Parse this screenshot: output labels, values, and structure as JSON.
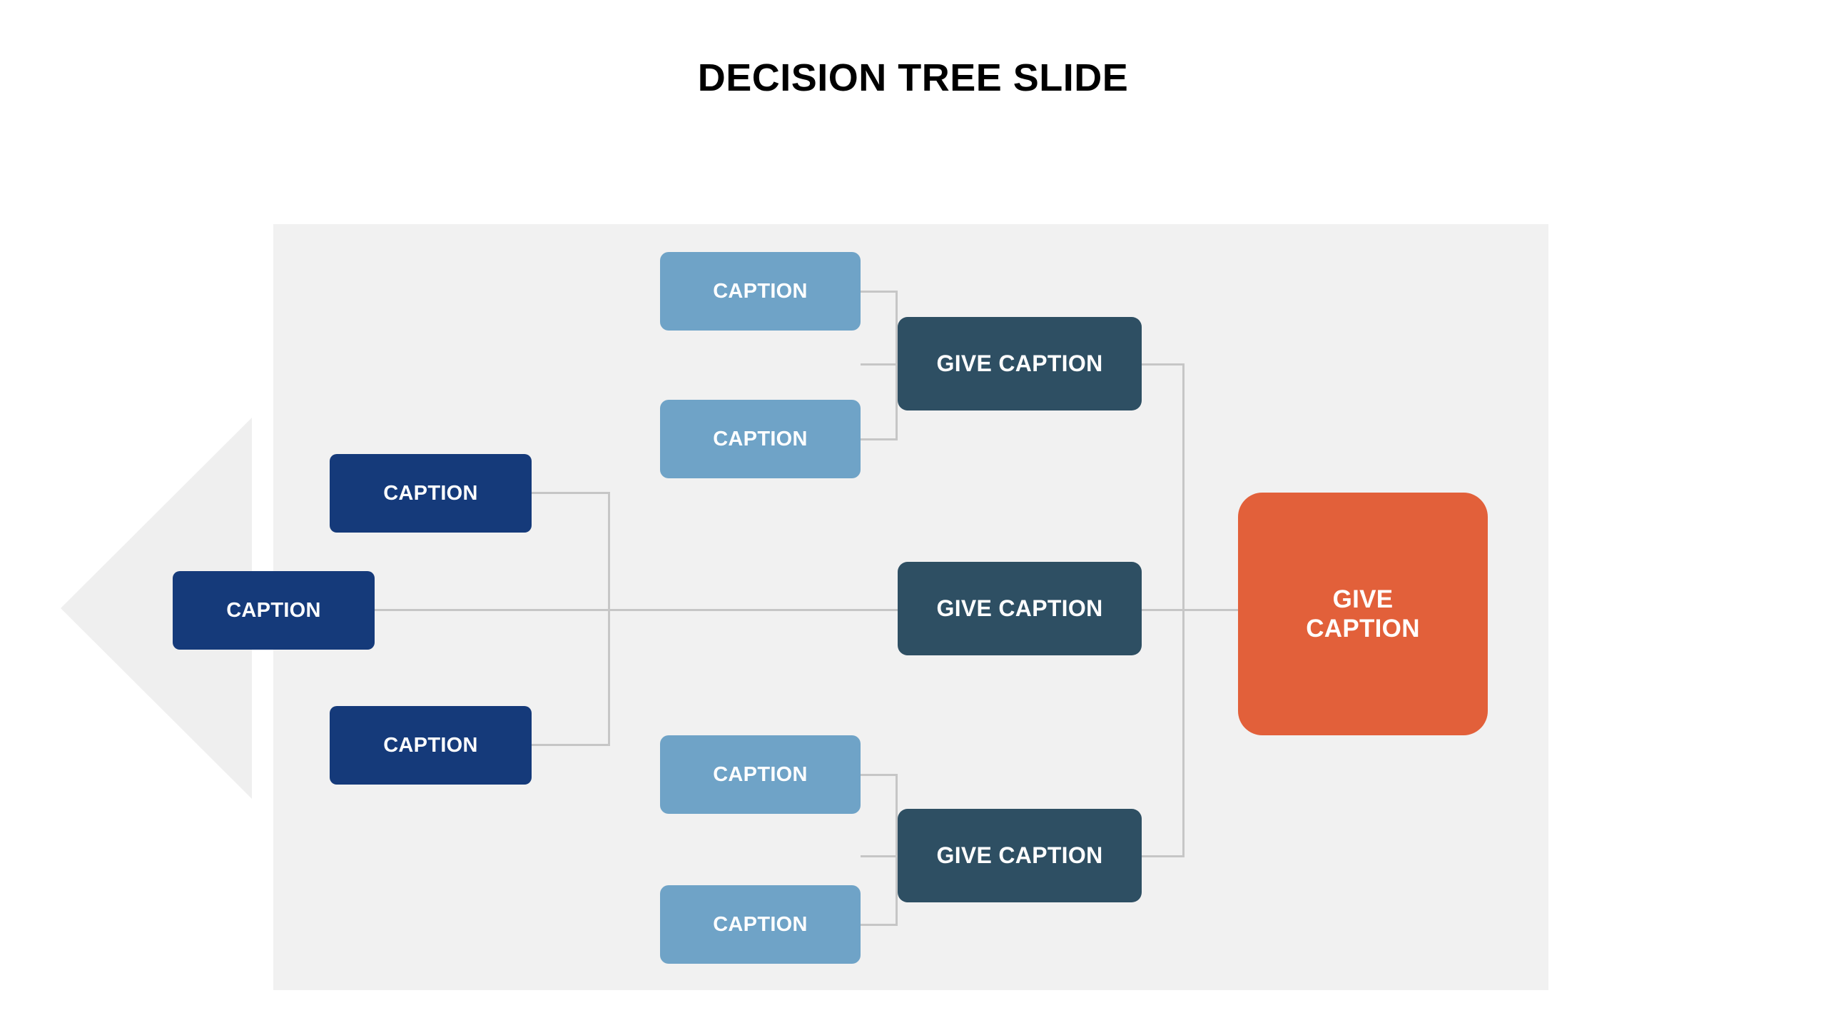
{
  "slide": {
    "title": "DECISION TREE SLIDE",
    "background_color": "#ffffff",
    "panel_color": "#f1f1f1",
    "arrow_color": "#efefef",
    "connector_color": "#c6c6c6"
  },
  "palette": {
    "navy": "#153a7a",
    "light_blue": "#6fa3c7",
    "teal": "#2e4f63",
    "orange": "#e2603a",
    "text_on_node": "#ffffff",
    "title_text": "#000000"
  },
  "nodes": {
    "navy": [
      {
        "id": "navy-top",
        "label": "CAPTION"
      },
      {
        "id": "navy-mid",
        "label": "CAPTION"
      },
      {
        "id": "navy-bottom",
        "label": "CAPTION"
      }
    ],
    "light_blue": [
      {
        "id": "light-1",
        "label": "CAPTION"
      },
      {
        "id": "light-2",
        "label": "CAPTION"
      },
      {
        "id": "light-3",
        "label": "CAPTION"
      },
      {
        "id": "light-4",
        "label": "CAPTION"
      }
    ],
    "teal": [
      {
        "id": "teal-top",
        "label": "GIVE CAPTION"
      },
      {
        "id": "teal-mid",
        "label": "GIVE CAPTION"
      },
      {
        "id": "teal-bottom",
        "label": "GIVE CAPTION"
      }
    ],
    "orange": {
      "id": "orange-terminal",
      "line1": "GIVE",
      "line2": "CAPTION"
    }
  }
}
